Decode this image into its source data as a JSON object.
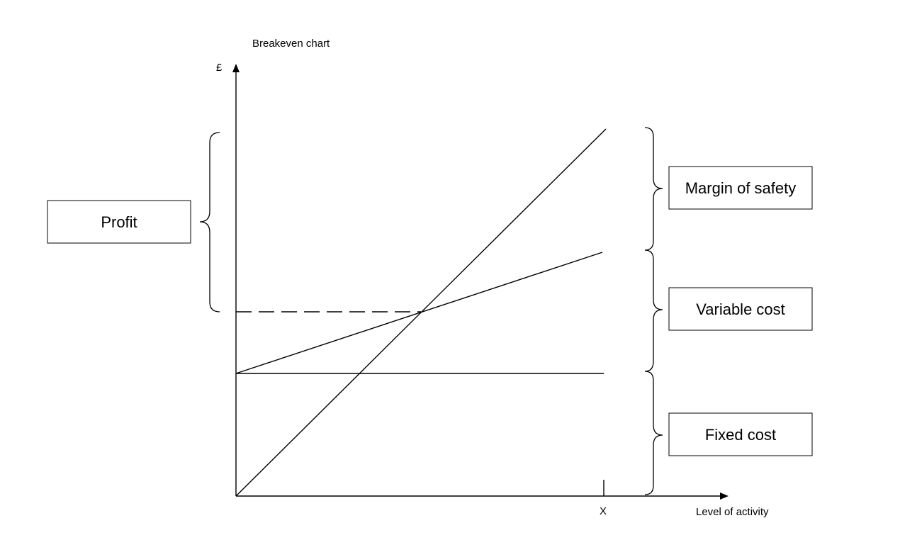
{
  "title": "Breakeven chart",
  "y_axis_label": "£",
  "x_axis_label": "Level of activity",
  "x_tick_label": "X",
  "labels": {
    "profit": "Profit",
    "margin_of_safety": "Margin of safety",
    "variable_cost": "Variable cost",
    "fixed_cost": "Fixed cost"
  },
  "colors": {
    "line": "#000000",
    "background": "#ffffff"
  }
}
